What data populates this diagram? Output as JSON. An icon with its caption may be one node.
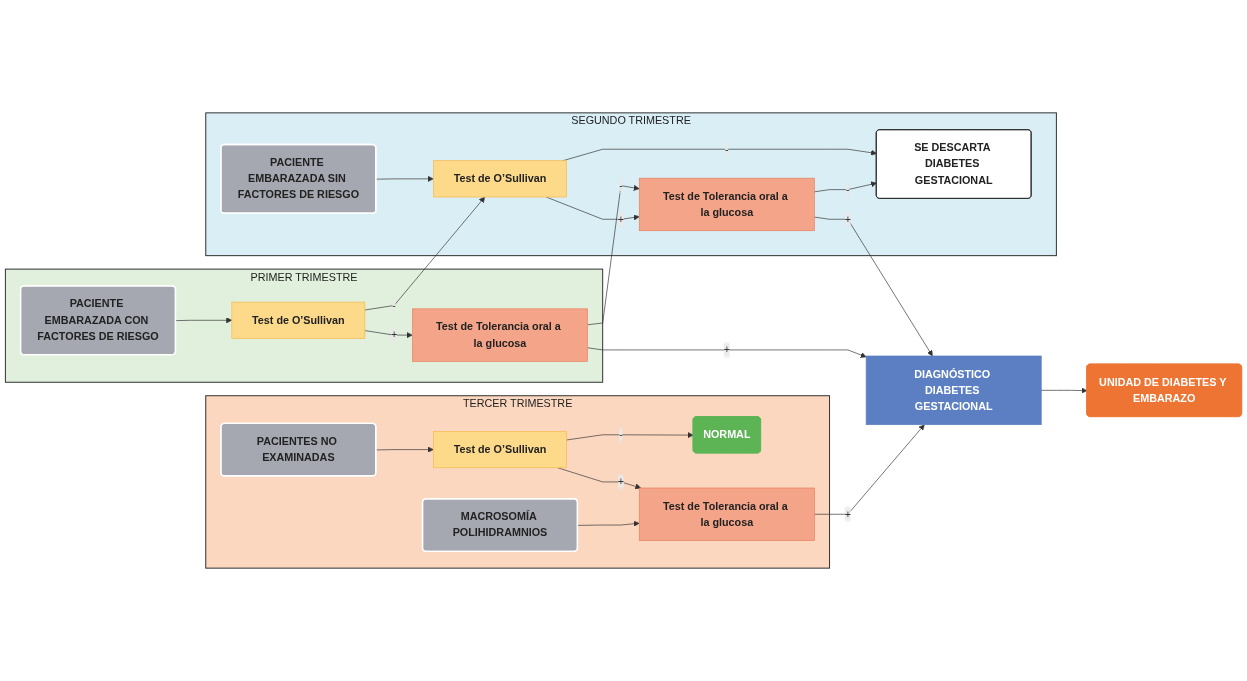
{
  "diagram": {
    "nodes": [
      {
        "text": [
          "PRIMER TRIMESTRE"
        ]
      },
      {
        "text": [
          "PACIENTE EMBARAZADA CON FACTORES DE RIESGO"
        ],
        "in": 0
      },
      {
        "text": [
          "Test de O’Sullivan"
        ],
        "in": 0
      },
      {
        "text": [
          "Test de Tolerancia oral a la glucosa"
        ],
        "in": 0
      },
      {
        "text": [
          "SEGUNDO TRIMESTRE"
        ]
      },
      {
        "text": [
          "PACIENTE EMBARAZADA SIN FACTORES DE RIESGO"
        ],
        "in": 4
      },
      {
        "text": [
          "Test de O’Sullivan"
        ],
        "in": 4
      },
      {
        "text": [
          "Test de Tolerancia oral a la glucosa"
        ],
        "in": 4
      },
      {
        "text": [
          "SE DESCARTA DIABETES GESTACIONAL"
        ],
        "in": 4
      },
      {
        "text": [
          "TERCER TRIMESTRE"
        ]
      },
      {
        "text": [
          "PACIENTES NO EXAMINADAS"
        ],
        "in": 9
      },
      {
        "text": [
          "MACROSOMÍA POLIHIDRAMNIOS"
        ],
        "in": 9
      },
      {
        "text": [
          "Test de O’Sullivan"
        ],
        "in": 9
      },
      {
        "text": [
          "NORMAL"
        ],
        "in": 9
      },
      {
        "text": [
          "Test de Tolerancia oral a la glucosa"
        ],
        "in": 9
      },
      {
        "text": [
          "DIAGNÓSTICO DIABETES GESTACIONAL"
        ]
      },
      {
        "text": [
          "UNIDAD DE DIABETES Y EMBARAZO"
        ]
      }
    ],
    "edges": [
      {
        "from": 1,
        "to": 2,
        "arrow": "to"
      },
      {
        "from": 2,
        "to": 3,
        "arrow": "to",
        "label": "+"
      },
      {
        "from": 3,
        "to": 15,
        "arrow": "to",
        "label": "+"
      },
      {
        "from": 2,
        "to": 6,
        "arrow": "to",
        "label": "-"
      },
      {
        "from": 3,
        "to": 7,
        "arrow": "to",
        "label": "-"
      },
      {
        "from": 5,
        "to": 6,
        "arrow": "to"
      },
      {
        "from": 6,
        "to": 7,
        "arrow": "to",
        "label": "+"
      },
      {
        "from": 7,
        "to": 15,
        "arrow": "to",
        "label": "+"
      },
      {
        "from": 6,
        "to": 8,
        "arrow": "to",
        "label": "-"
      },
      {
        "from": 7,
        "to": 8,
        "arrow": "to",
        "label": "-"
      },
      {
        "from": 10,
        "to": 12,
        "arrow": "to"
      },
      {
        "from": 12,
        "to": 14,
        "arrow": "to",
        "label": "+"
      },
      {
        "from": 12,
        "to": 13,
        "arrow": "to",
        "label": "-"
      },
      {
        "from": 11,
        "to": 14,
        "arrow": "to"
      },
      {
        "from": 14,
        "to": 15,
        "arrow": "to",
        "label": "+"
      },
      {
        "from": 15,
        "to": 16,
        "arrow": "to"
      }
    ]
  }
}
